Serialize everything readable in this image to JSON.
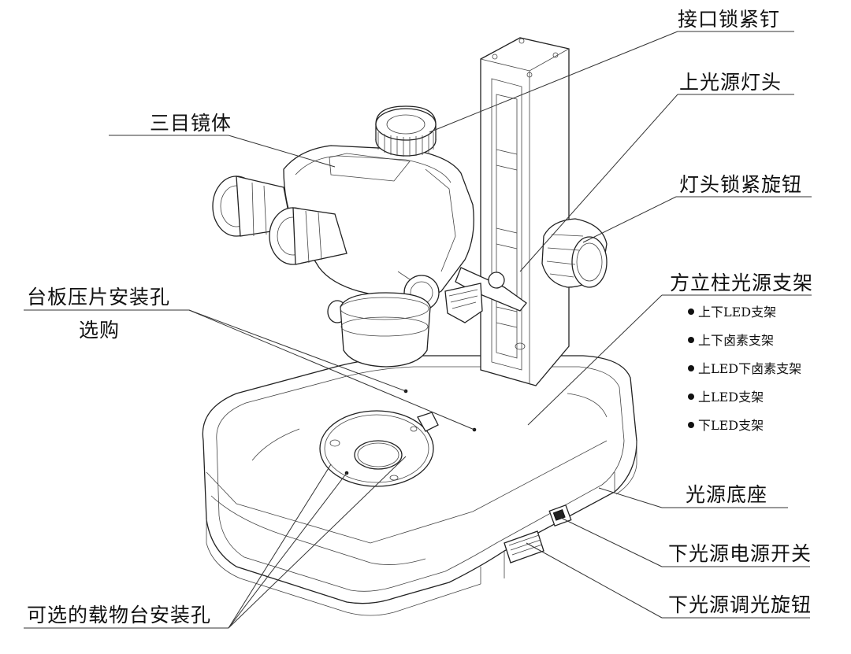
{
  "labels": {
    "interface_screw": "接口锁紧钉",
    "upper_lamp_head": "上光源灯头",
    "trinocular_body": "三目镜体",
    "lamp_lock_knob": "灯头锁紧旋钮",
    "square_column_stand": "方立柱光源支架",
    "stage_clip_holes_line1": "台板压片安装孔",
    "stage_clip_holes_line2": "选购",
    "light_base": "光源底座",
    "lower_power_switch": "下光源电源开关",
    "lower_dimmer_knob": "下光源调光旋钮",
    "optional_stage_holes": "可选的载物台安装孔"
  },
  "stand_options": [
    "上下LED支架",
    "上下卤素支架",
    "上LED下卤素支架",
    "上LED支架",
    "下LED支架"
  ],
  "colors": {
    "line": "#222222",
    "background": "#ffffff"
  }
}
